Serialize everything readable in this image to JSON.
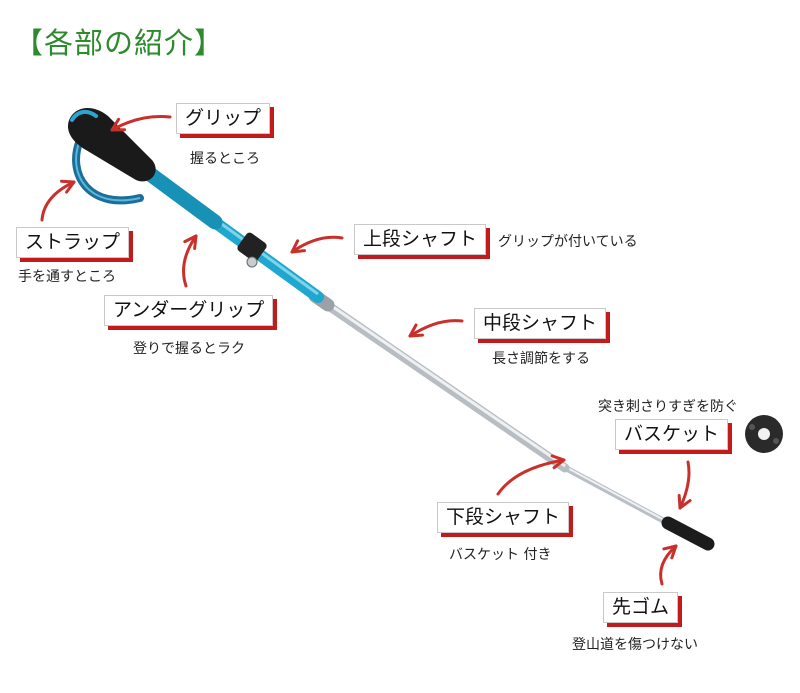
{
  "heading": "【各部の紹介】",
  "parts": [
    {
      "label": "グリップ",
      "desc": "握るところ"
    },
    {
      "label": "ストラップ",
      "desc": "手を通すところ"
    },
    {
      "label": "上段シャフト",
      "desc": "グリップが付いている"
    },
    {
      "label": "アンダーグリップ",
      "desc": "登りで握るとラク"
    },
    {
      "label": "中段シャフト",
      "desc": "長さ調節をする"
    },
    {
      "label": "バスケット",
      "desc": "突き刺さりすぎを防ぐ"
    },
    {
      "label": "下段シャフト",
      "desc": "バスケット 付き"
    },
    {
      "label": "先ゴム",
      "desc": "登山道を傷つけない"
    }
  ],
  "colors": {
    "heading": "#2d8a2d",
    "label_shadow": "#c31b1b",
    "arrow": "#c9302c",
    "shaft_blue": "#1fa7cf",
    "shaft_silver": "#c7cdd1"
  }
}
